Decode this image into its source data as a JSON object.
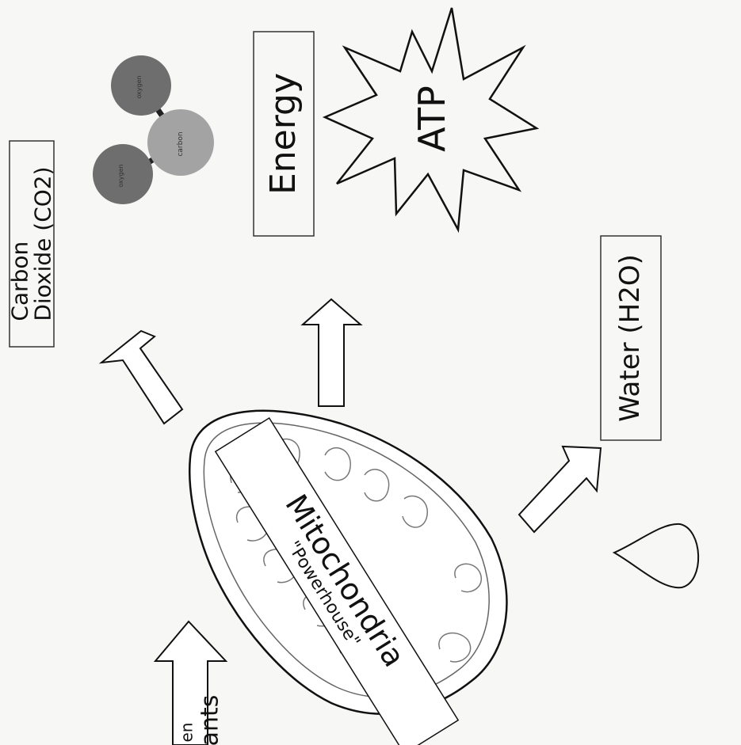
{
  "labels": {
    "carbon_dioxide_line1": "Carbon",
    "carbon_dioxide_line2": "Dioxide (CO2)",
    "energy": "Energy",
    "atp": "ATP",
    "water": "Water (H2O)",
    "mitochondria": "Mitochondria",
    "powerhouse": "\"Powerhouse\"",
    "partial_left_1": "en",
    "partial_left_2": "ants"
  },
  "molecule": {
    "atom_top": "oxygen",
    "atom_center": "carbon",
    "atom_left": "oxygen"
  },
  "colors": {
    "ink": "#111111",
    "oxygen": "#6e6e6e",
    "carbon": "#a3a3a3",
    "paper": "#f7f7f5"
  }
}
